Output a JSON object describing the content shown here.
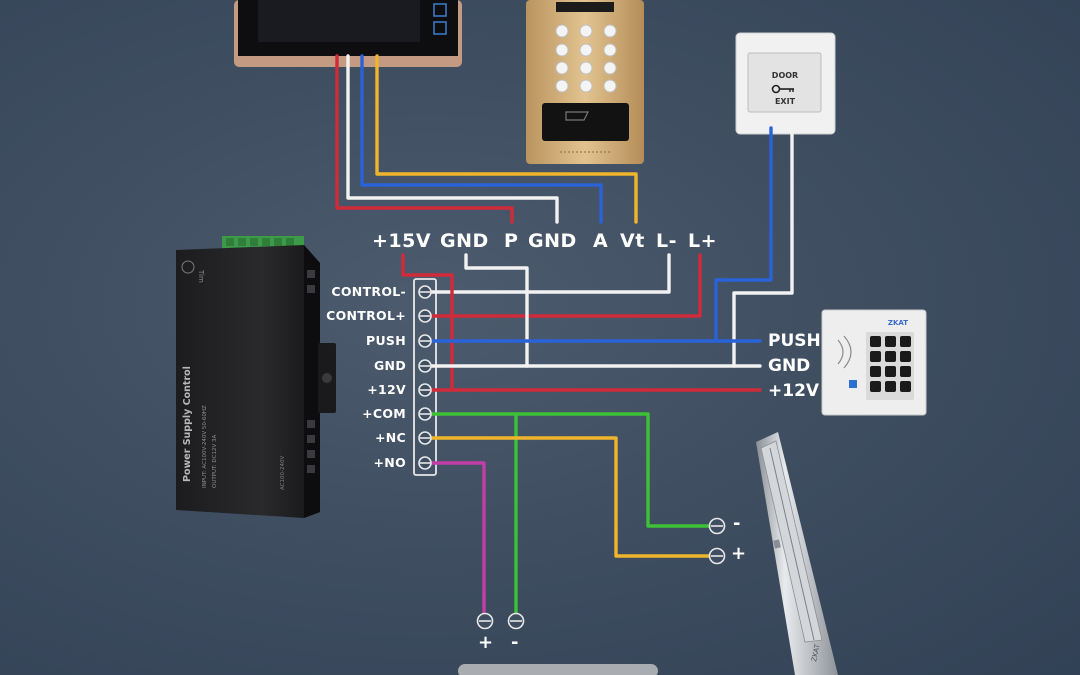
{
  "top_terminals": [
    "+15V",
    "GND",
    "P",
    "GND",
    "A",
    "Vt",
    "L-",
    "L+"
  ],
  "power_supply": {
    "name": "Power Supply Control",
    "brand": "Tim",
    "spec_lines": [
      "INPUT: AC100V-240V 50-60HZ",
      "OUTPUT: DC12V 3A"
    ],
    "side_text": "AC100-240V"
  },
  "terminal_block": [
    "CONTROL-",
    "CONTROL+",
    "PUSH",
    "GND",
    "+12V",
    "+COM",
    "+NC",
    "+NO"
  ],
  "keypad_terminals": [
    "PUSH",
    "GND",
    "+12V"
  ],
  "keypad": {
    "brand": "ZKAT"
  },
  "exit_button": {
    "line1": "DOOR",
    "line2": "EXIT"
  },
  "maglock": {
    "terminals": [
      "-",
      "+"
    ],
    "brand": "ZKAT"
  },
  "bottom_terminals": [
    "+",
    "-"
  ],
  "colors": {
    "background": "#3f4e61",
    "red": "#d12b3a",
    "blue": "#2a62d8",
    "white": "#f2f2f2",
    "yellow": "#f0b52a",
    "green": "#3dc235",
    "magenta": "#c23ea7"
  }
}
